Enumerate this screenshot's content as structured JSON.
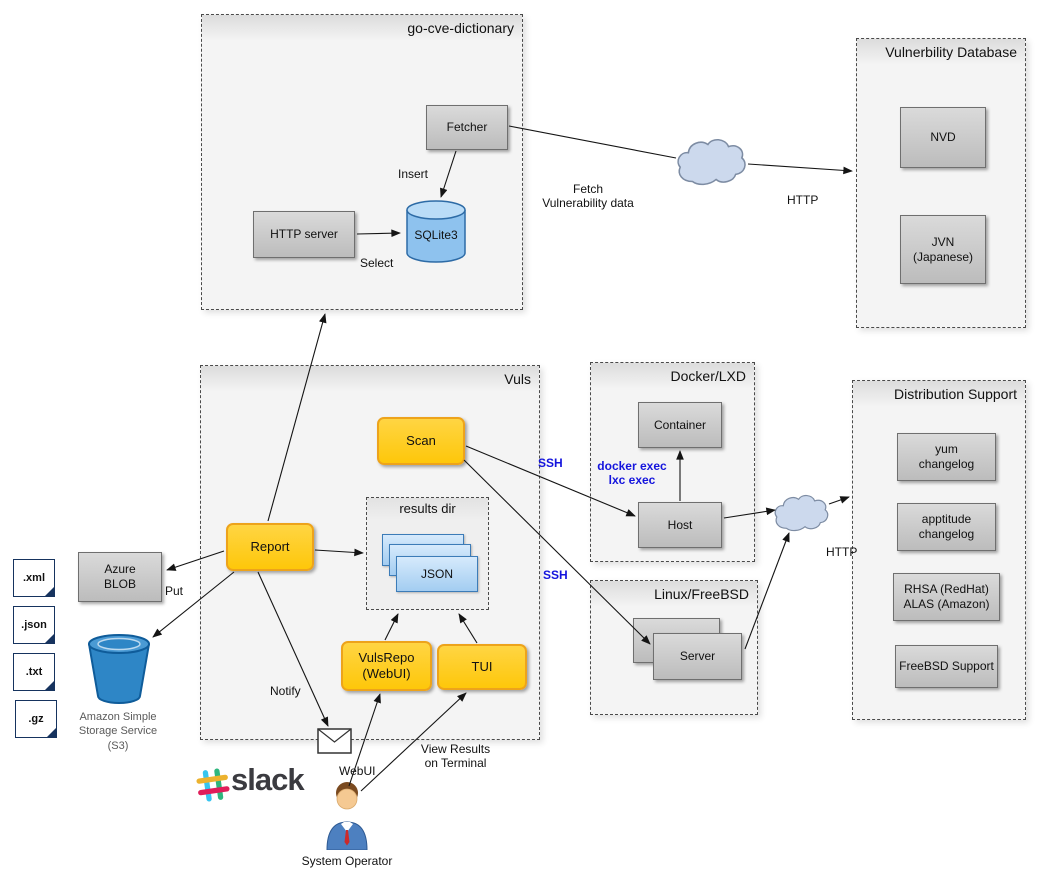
{
  "go_cve_dictionary": {
    "title": "go-cve-dictionary",
    "fetcher": "Fetcher",
    "http_server": "HTTP server",
    "sqlite3": "SQLite3"
  },
  "vulnerability_database": {
    "title": "Vulnerbility Database",
    "nvd": "NVD",
    "jvn": "JVN\n(Japanese)"
  },
  "vuls": {
    "title": "Vuls",
    "scan": "Scan",
    "report": "Report",
    "results_dir_title": "results dir",
    "json": "JSON",
    "vulsrepo": "VulsRepo\n(WebUI)",
    "tui": "TUI"
  },
  "docker_lxd": {
    "title": "Docker/LXD",
    "container": "Container",
    "host": "Host"
  },
  "linux_freebsd": {
    "title": "Linux/FreeBSD",
    "server": "Server"
  },
  "distribution_support": {
    "title": "Distribution Support",
    "items": [
      "yum\nchangelog",
      "apptitude\nchangelog",
      "RHSA (RedHat)\nALAS (Amazon)",
      "FreeBSD Support"
    ]
  },
  "storage": {
    "azure_blob": "Azure\nBLOB",
    "s3_label": "Amazon Simple\nStorage Service\n(S3)",
    "file_types": [
      ".xml",
      ".json",
      ".txt",
      ".gz"
    ]
  },
  "notifications": {
    "slack": "slack",
    "system_operator": "System Operator"
  },
  "edge_labels": {
    "insert": "Insert",
    "select": "Select",
    "fetch": "Fetch\nVulnerability data",
    "http_top": "HTTP",
    "http_right": "HTTP",
    "ssh_upper": "SSH",
    "ssh_lower": "SSH",
    "docker_exec": "docker exec\nlxc exec",
    "put": "Put",
    "notify": "Notify",
    "webui": "WebUI",
    "view_results": "View Results\non Terminal"
  },
  "colors": {
    "accent_yellow": "#fec70a",
    "node_gray": "#c9c9c9",
    "blue_edge_label": "#1414dd",
    "json_blue": "#a3cdf1",
    "s3_blue": "#2e86c6",
    "cloud_fill": "#ccd9ed"
  }
}
